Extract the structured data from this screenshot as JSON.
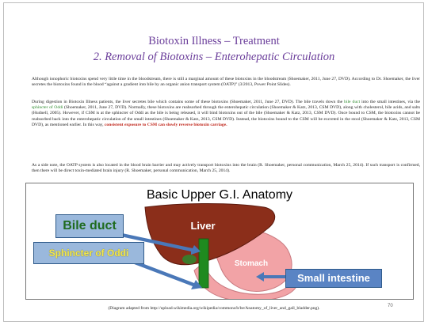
{
  "title": "Biotoxin Illness – Treatment",
  "subtitle": "2. Removal of Biotoxins – Enterohepatic Circulation",
  "para1": "Although ionophoric biotoxins spend very little time in the bloodstream, there is still a marginal amount of these biotoxins in the bloodstream (Shoemaker, 2011, June 27, DVD). According to Dr. Shoemaker, the liver secretes the biotoxins found in the blood “against a gradient into bile by an organic anion transport system (OATP)” (3/2013, Power Point Slides).",
  "para2": {
    "a": "During digestion in Biotoxin Illness patients, the liver secretes bile which contains some of these biotoxins (Shoemaker, 2011, June 27, DVD). The bile travels down the ",
    "bile_duct": "bile duct",
    "b": " into the small intestines, via the ",
    "sphincter": "sphincter of Oddi",
    "c": " (Shoemaker, 2011, June 27, DVD). Normally, these biotoxins are reabsorbed through the enterohepatic circulation (Shoemaker & Katz, 2013, CSM DVD), along with cholesterol, bile acids, and salts (Hudnell, 2005). However, if CSM is at the sphincter of Oddi as the bile is being released, it will bind biotoxins out of the bile (Shoemaker & Katz, 2013, CSM DVD). Once bound to CSM, the biotoxins cannot be reabsorbed back into the enterohepatic circulation of the small intestines (Shoemaker & Katz, 2013, CSM DVD). Instead, the biotoxins bound to the CSM will be excreted in the stool (Shoemaker & Katz, 2013, CSM DVD), as mentioned earlier. In this way, ",
    "red": "consistent exposure to CSM can slowly reverse biotoxin carriage.",
    "d": ""
  },
  "para3": "As a side note, the OATP system is also located in the blood brain barrier and may actively transport biotoxins into the brain (R. Shoemaker, personal communication, March 25, 2014). If such transport is confirmed, then there will be direct toxin-mediated brain injury (R. Shoemaker, personal communication, March 25, 2014).",
  "figure": {
    "title": "Basic Upper G.I. Anatomy",
    "labels": {
      "bile_duct": "Bile duct",
      "liver": "Liver",
      "sphincter": "Sphincter of Oddi",
      "stomach": "Stomach",
      "small_intestine": "Small intestine"
    }
  },
  "caption": "(Diagram adapted from http://upload.wikimedia.org/wikipedia/commons/b/be/Anatomy_of_liver_and_gall_bladder.png).",
  "page_number": "70",
  "colors": {
    "title": "#6a3d9a",
    "liver": "#8b2e1a",
    "stomach": "#f2a3a6",
    "bile_duct": "#1f8a1f",
    "callout_bg": "#9ab8dc",
    "callout_text_yellow": "#f3e94a"
  }
}
